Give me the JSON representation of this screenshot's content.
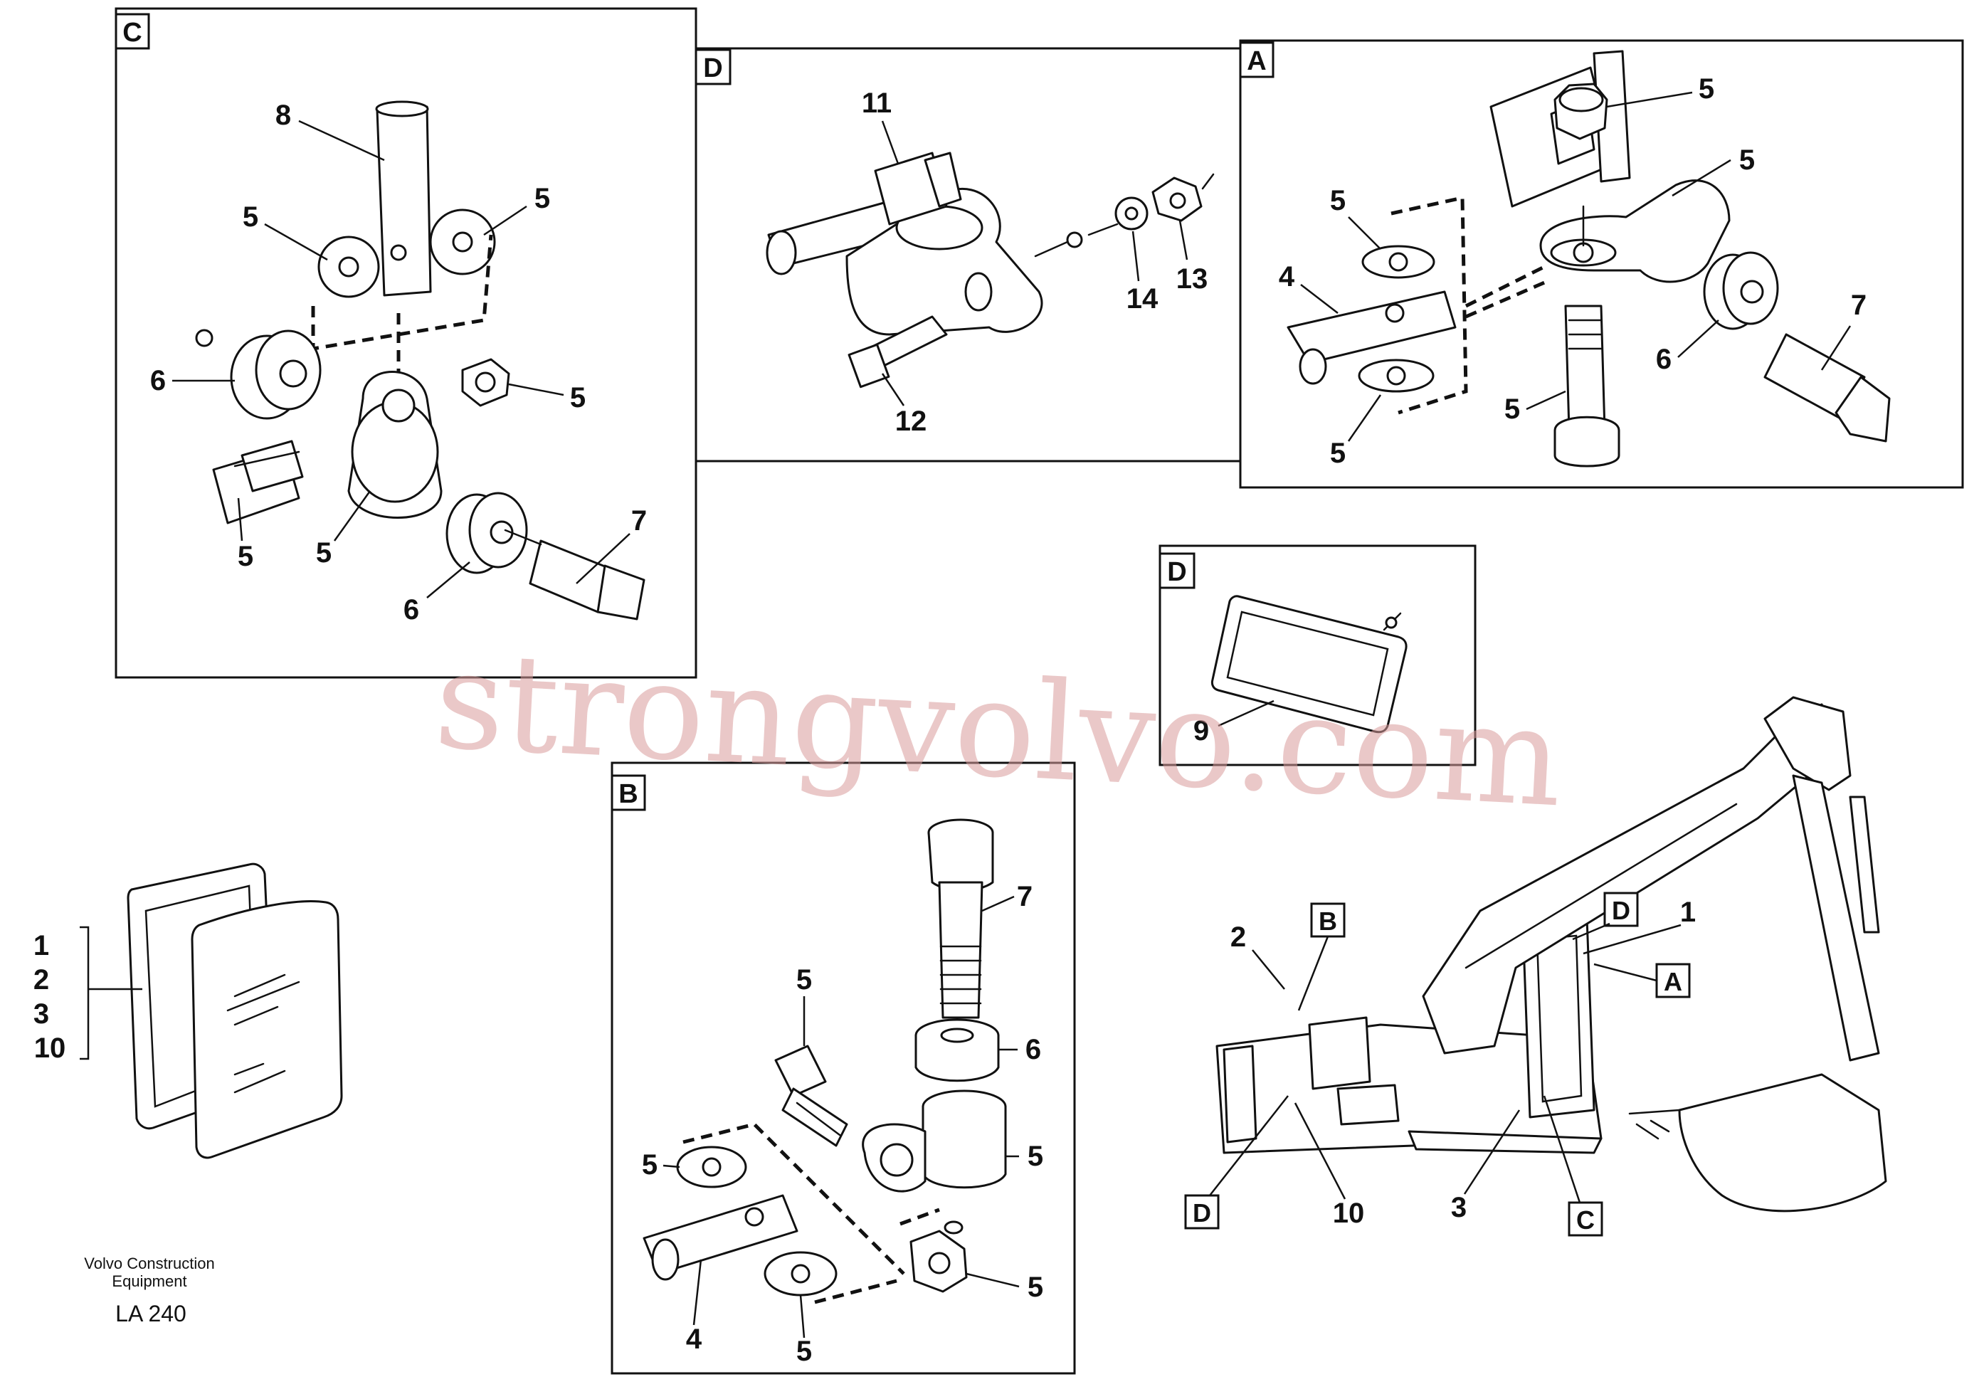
{
  "panels": [
    {
      "tag": "C"
    },
    {
      "tag": "D"
    },
    {
      "tag": "A"
    },
    {
      "tag": "D"
    },
    {
      "tag": "B"
    }
  ],
  "labels": {
    "panel_c": [
      "8",
      "5",
      "5",
      "6",
      "5",
      "5",
      "5",
      "7",
      "6"
    ],
    "panel_d_top": [
      "11",
      "12",
      "14",
      "13"
    ],
    "panel_a": [
      "5",
      "5",
      "5",
      "4",
      "6",
      "7",
      "5",
      "5"
    ],
    "panel_d_mirror": [
      "9"
    ],
    "panel_b": [
      "7",
      "5",
      "6",
      "5",
      "5",
      "4",
      "5",
      "5"
    ],
    "mirror_list": [
      "1",
      "2",
      "3",
      "10"
    ],
    "machine": [
      "B",
      "2",
      "D",
      "1",
      "A",
      "D",
      "10",
      "3",
      "C"
    ]
  },
  "caption": {
    "company": "Volvo Construction",
    "company_line2": "Equipment",
    "code": "LA 240"
  },
  "watermark": "strongvolvo.com"
}
